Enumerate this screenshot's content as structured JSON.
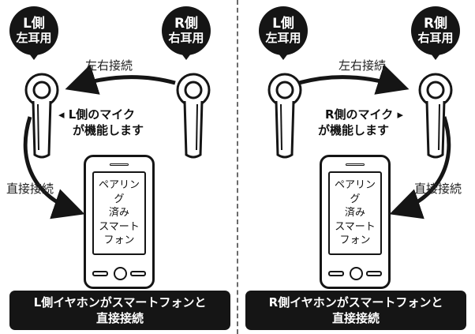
{
  "panels": [
    {
      "id": "left",
      "bubble_l": {
        "line1": "L側",
        "line2": "左耳用"
      },
      "bubble_r": {
        "line1": "R側",
        "line2": "右耳用"
      },
      "lr_label": "左右接続",
      "mic_line1": "◂ L側のマイク",
      "mic_line2": "が機能します",
      "direct_label": "直接接続",
      "phone_lines": [
        "ペアリング",
        "済み",
        "スマート",
        "フォン"
      ],
      "caption_line1": "L側イヤホンがスマートフォンと",
      "caption_line2": "直接接続"
    },
    {
      "id": "right",
      "bubble_l": {
        "line1": "L側",
        "line2": "左耳用"
      },
      "bubble_r": {
        "line1": "R側",
        "line2": "右耳用"
      },
      "lr_label": "左右接続",
      "mic_line1": "R側のマイク ▸",
      "mic_line2": "が機能します",
      "direct_label": "直接接続",
      "phone_lines": [
        "ペアリング",
        "済み",
        "スマート",
        "フォン"
      ],
      "caption_line1": "R側イヤホンがスマートフォンと",
      "caption_line2": "直接接続"
    }
  ],
  "colors": {
    "ink": "#151515",
    "divider": "#6a6a6a",
    "background": "#ffffff"
  },
  "icons": [
    "earbud-left-icon",
    "earbud-right-icon",
    "smartphone-icon",
    "arrow-icon"
  ]
}
